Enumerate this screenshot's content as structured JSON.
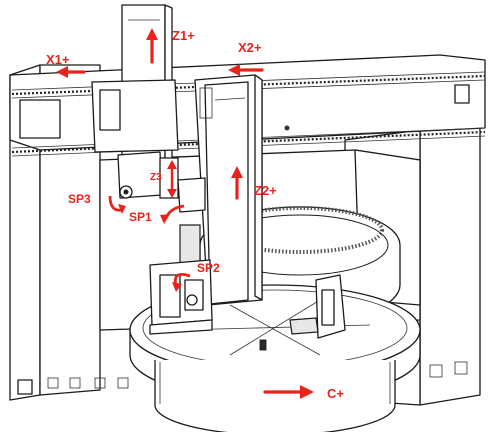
{
  "labels": {
    "x1": "X1+",
    "x2": "X2+",
    "z1": "Z1+",
    "z2": "Z2+",
    "z3": "Z3",
    "sp1": "SP1",
    "sp2": "SP2",
    "sp3": "SP3",
    "c": "C+"
  },
  "colors": {
    "label": "#e8231b",
    "outline": "#1a1a1a"
  }
}
